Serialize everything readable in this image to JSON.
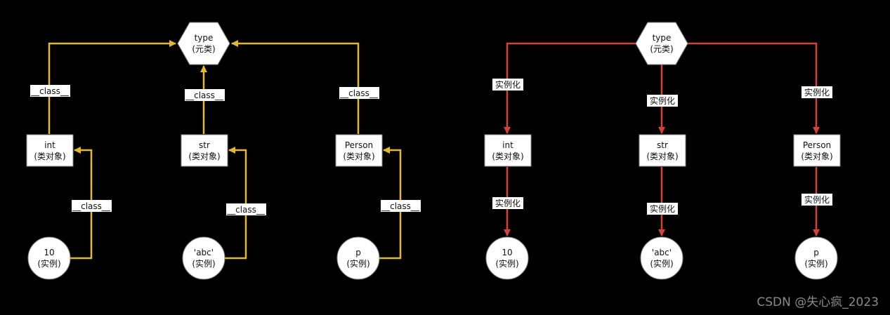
{
  "colors": {
    "background": "#000000",
    "left_edges": "#e3b82b",
    "right_edges": "#d9403a",
    "node_fill": "#ffffff",
    "label_fill": "#ffffff"
  },
  "left": {
    "type_node": {
      "name": "type",
      "sub": "(元类)"
    },
    "class_nodes": [
      {
        "name": "int",
        "sub": "(类对象)"
      },
      {
        "name": "str",
        "sub": "(类对象)"
      },
      {
        "name": "Person",
        "sub": "(类对象)"
      }
    ],
    "instance_nodes": [
      {
        "name": "10",
        "sub": "(实例)"
      },
      {
        "name": "'abc'",
        "sub": "(实例)"
      },
      {
        "name": "p",
        "sub": "(实例)"
      }
    ],
    "edge_labels": {
      "class_to_type": [
        "__class__",
        "__class__",
        "__class__"
      ],
      "instance_to_class": [
        "__class__",
        "__class__",
        "__class__"
      ]
    }
  },
  "right": {
    "type_node": {
      "name": "type",
      "sub": "(元类)"
    },
    "class_nodes": [
      {
        "name": "int",
        "sub": "(类对象)"
      },
      {
        "name": "str",
        "sub": "(类对象)"
      },
      {
        "name": "Person",
        "sub": "(类对象)"
      }
    ],
    "instance_nodes": [
      {
        "name": "10",
        "sub": "(实例)"
      },
      {
        "name": "'abc'",
        "sub": "(实例)"
      },
      {
        "name": "p",
        "sub": "(实例)"
      }
    ],
    "edge_labels": {
      "type_to_class": [
        "实例化",
        "实例化",
        "实例化"
      ],
      "class_to_instance": [
        "实例化",
        "实例化",
        "实例化"
      ]
    }
  },
  "watermark": "CSDN @失心疯_2023"
}
